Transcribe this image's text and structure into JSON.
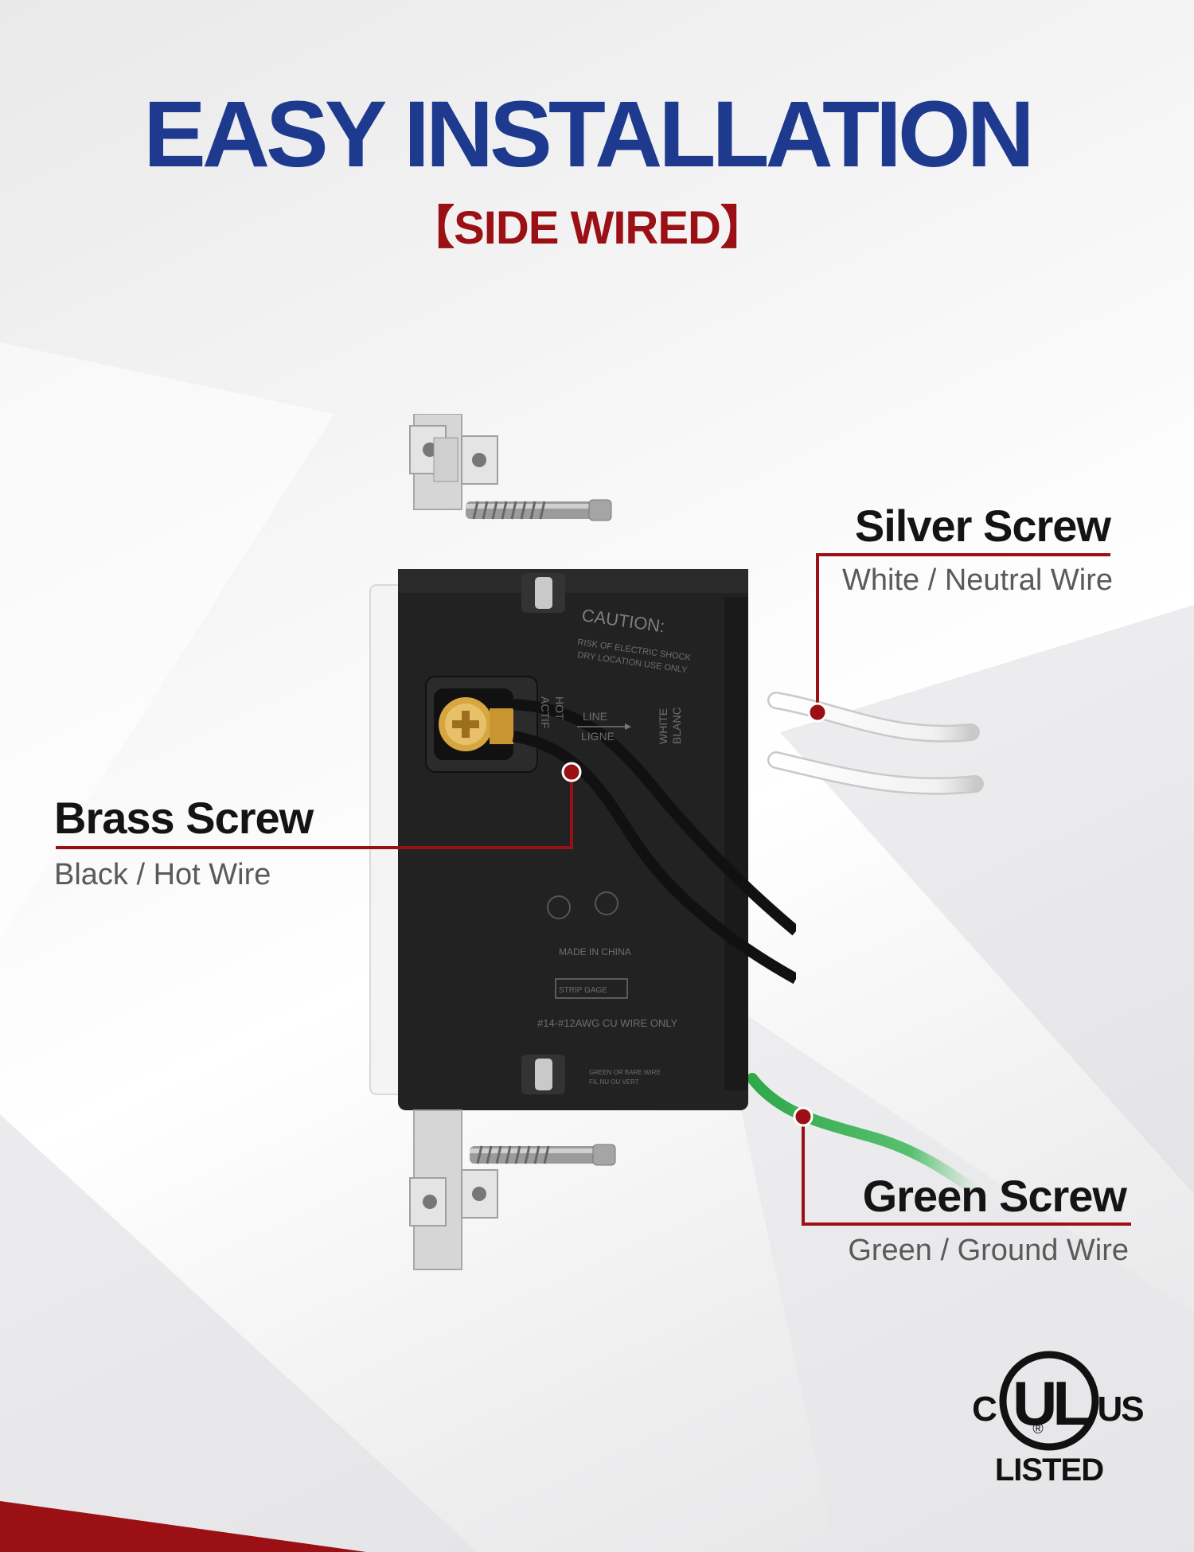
{
  "header": {
    "title": "EASY INSTALLATION",
    "subtitle": "【SIDE WIRED】"
  },
  "callouts": {
    "silver": {
      "title": "Silver Screw",
      "subtitle": "White / Neutral Wire"
    },
    "brass": {
      "title": "Brass Screw",
      "subtitle": "Black / Hot Wire"
    },
    "green": {
      "title": "Green Screw",
      "subtitle": "Green / Ground Wire"
    }
  },
  "device_labels": {
    "caution": "CAUTION:",
    "warning_line1": "RISK OF ELECTRIC SHOCK",
    "warning_line2": "DRY LOCATION USE ONLY",
    "hot": "HOT",
    "active": "ACTIF",
    "line": "LINE",
    "ligne": "LIGNE",
    "white": "WHITE",
    "blanc": "BLANC",
    "made_in": "MADE IN CHINA",
    "strip_gage": "STRIP GAGE",
    "wire_spec": "#14-#12AWG CU WIRE ONLY",
    "ground_line1": "GREEN OR BARE WIRE",
    "ground_line2": "FIL NU OU VERT"
  },
  "certification": {
    "left_mark": "C",
    "center_mark": "UL",
    "registered": "®",
    "right_mark": "US",
    "listed": "LISTED"
  },
  "colors": {
    "title": "#1e3a8f",
    "accent_red": "#9b1014",
    "device_body": "#222222",
    "brass": "#d7a640",
    "ground_wire": "#2fa84a"
  }
}
